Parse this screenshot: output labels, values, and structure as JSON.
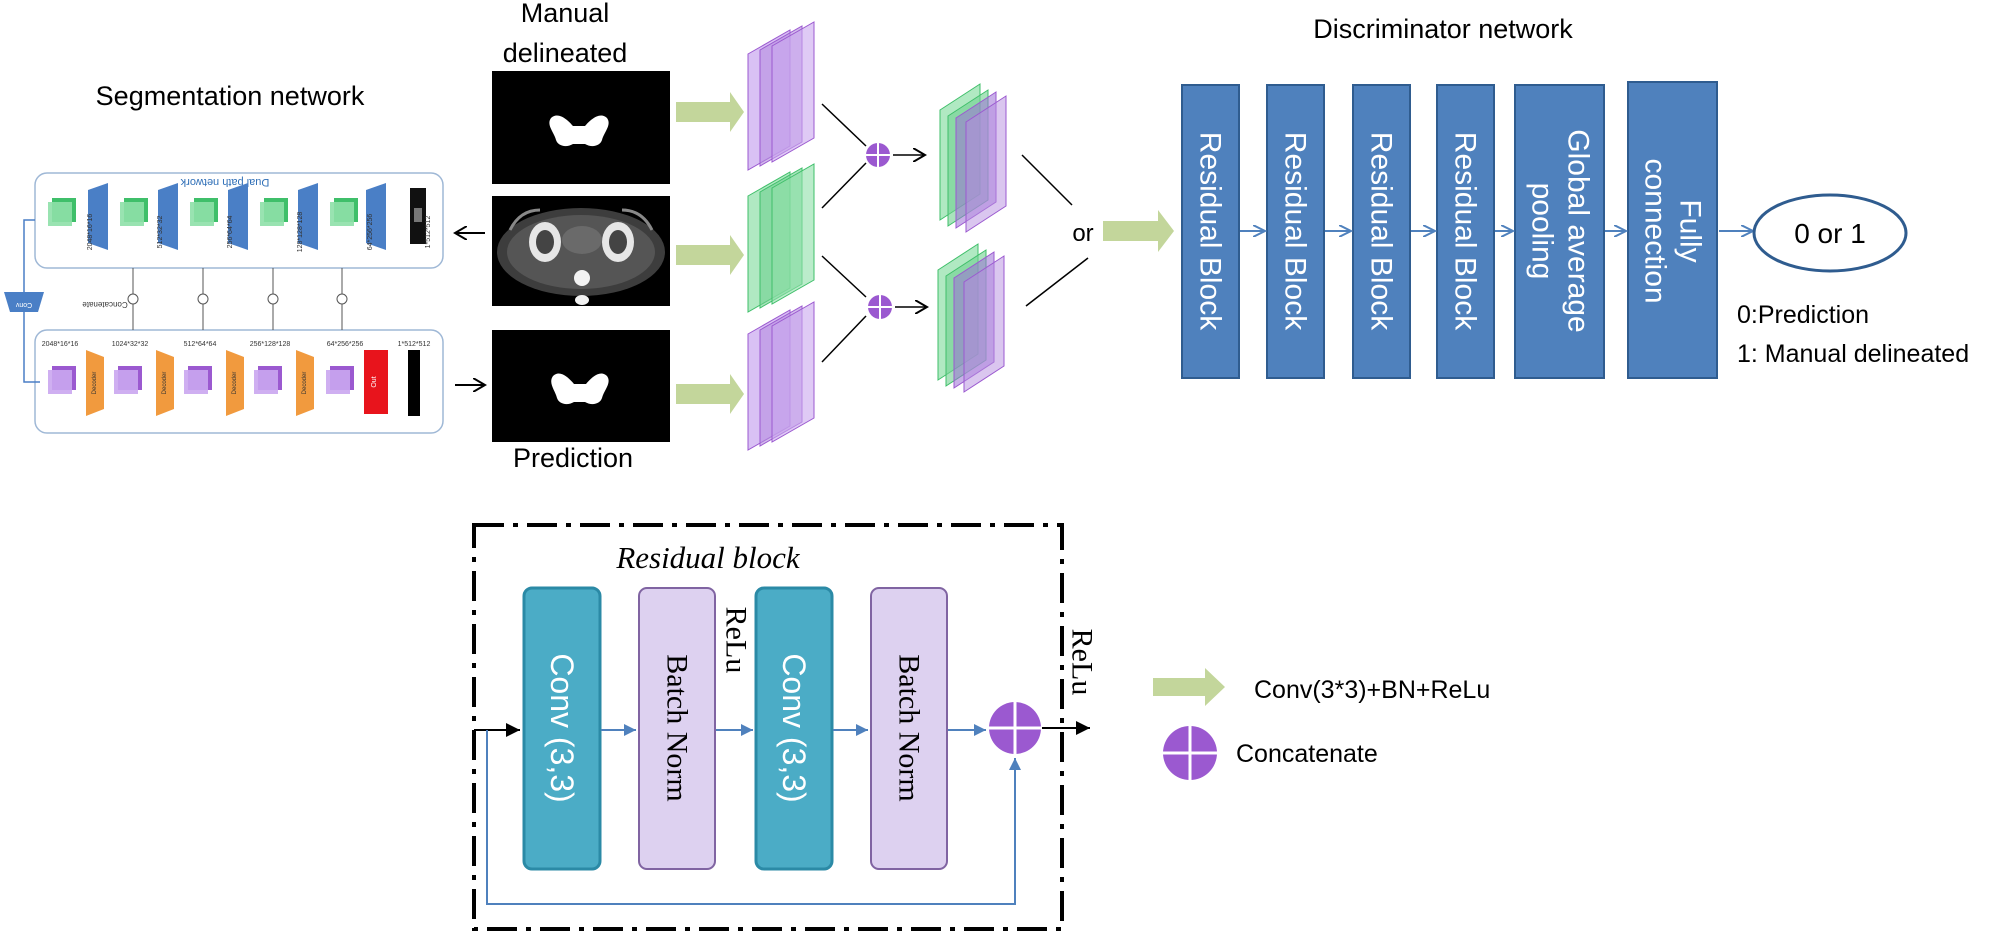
{
  "segmentation": {
    "title": "Segmentation network",
    "encoder_title": "Dual path network",
    "concatenate_label": "Concatenate",
    "conv_label": "Conv",
    "out_label": "Out",
    "decoder_label": "Decoder",
    "encoder_dims": [
      "1*512*512",
      "64*256*256",
      "128*128*128",
      "256*64*64",
      "512*32*32",
      "2048*16*16"
    ],
    "decoder_dims": [
      "2048*16*16",
      "1024*32*32",
      "512*64*64",
      "256*128*128",
      "64*256*256",
      "1*512*512"
    ]
  },
  "inputs": {
    "manual_label_line1": "Manual",
    "manual_label_line2": "delineated",
    "prediction_label": "Prediction"
  },
  "merge_label": "or",
  "discriminator": {
    "title": "Discriminator network",
    "blocks": [
      "Residual Block",
      "Residual Block",
      "Residual Block",
      "Residual Block"
    ],
    "pooling_line1": "Global average",
    "pooling_line2": "pooling",
    "fc_line1": "Fully",
    "fc_line2": "connection",
    "output": "0 or 1",
    "output_note1": "0:Prediction",
    "output_note2": "1: Manual delineated"
  },
  "residual_block": {
    "title": "Residual block",
    "conv1": "Conv (3,3)",
    "bn1": "Batch Norm",
    "relu1": "ReLu",
    "conv2": "Conv (3,3)",
    "bn2": "Batch Norm",
    "relu2": "ReLu"
  },
  "legend": {
    "arrow_label": "Conv(3*3)+BN+ReLu",
    "concat_label": "Concatenate"
  },
  "colors": {
    "disc_block": "#4f81bd",
    "disc_block_border": "#2f5c8f",
    "conv_teal": "#4bacc6",
    "bn_lavender": "#ddd1f0",
    "concat_purple": "#9b59d0",
    "arrow_green": "#c3d69b",
    "feature_purple": "#b58de0",
    "feature_green": "#6fd08f",
    "blue_line": "#4f81bd"
  }
}
